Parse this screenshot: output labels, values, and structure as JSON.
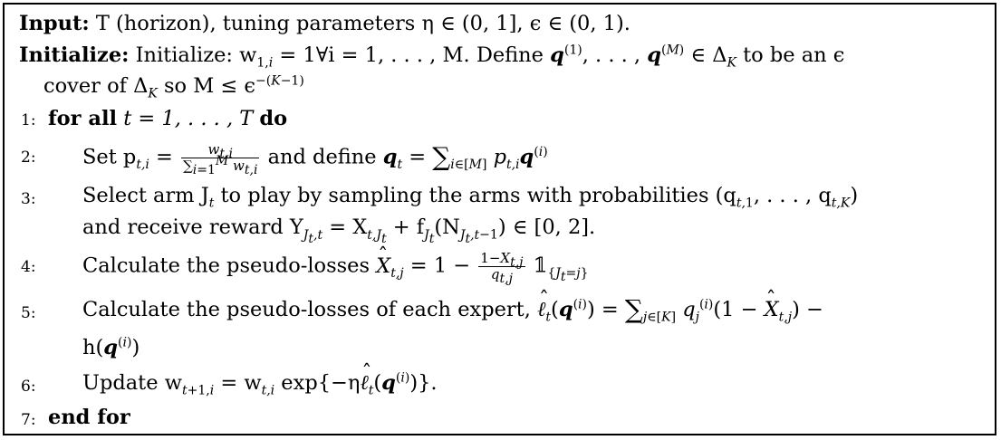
{
  "input": {
    "label": "Input:",
    "text": "T (horizon), tuning parameters η ∈ (0, 1], ϵ ∈ (0, 1)."
  },
  "initialize": {
    "label": "Initialize:",
    "text_a": "Initialize: w",
    "text_b": " = 1∀i = 1, . . . , M. Define ",
    "text_c": " ∈ Δ",
    "text_d": " to be an ϵ",
    "text_cont": "cover of Δ",
    "text_cont2": " so M ≤ ϵ"
  },
  "steps": [
    {
      "num": "1:",
      "kw_for": "for all",
      "text": "t = 1, . . . , T",
      "kw_do": "do"
    },
    {
      "num": "2:",
      "text_a": "Set p",
      "text_b": " and define "
    },
    {
      "num": "3:",
      "text_a": "Select arm J",
      "text_b": " to play by sampling the arms with probabilities (q",
      "text_c": ", . . . , q",
      "text_d": ")",
      "text_cont": "and receive reward Y",
      "text_cont2": " = X",
      "text_cont3": " + f",
      "text_cont4": "(N",
      "text_cont5": ") ∈ [0, 2]."
    },
    {
      "num": "4:",
      "text_a": "Calculate the pseudo-losses "
    },
    {
      "num": "5:",
      "text_a": "Calculate the pseudo-losses of each expert, ",
      "text_cont": "h("
    },
    {
      "num": "6:",
      "text_a": "Update w",
      "text_b": " = w",
      "text_c": " exp{−η"
    },
    {
      "num": "7:",
      "kw_end": "end for"
    }
  ]
}
